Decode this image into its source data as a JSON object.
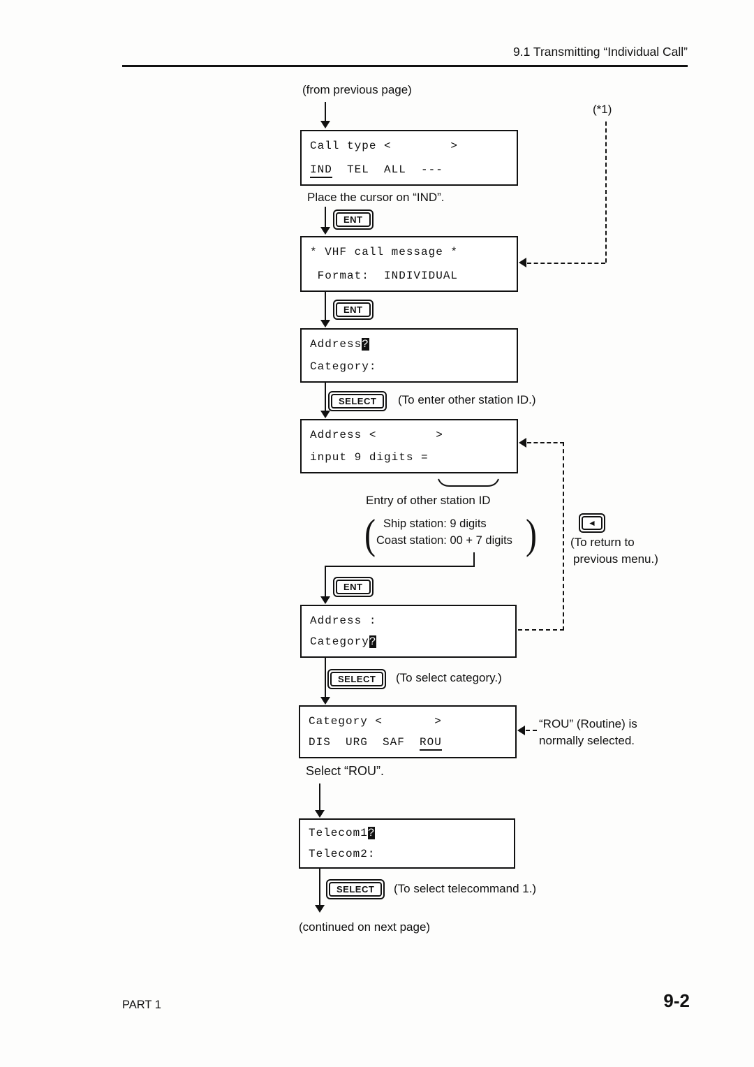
{
  "header": {
    "section": "9.1 Transmitting “Individual Call”"
  },
  "footer": {
    "part": "PART 1",
    "page_number": "9-2"
  },
  "keys": {
    "ent": "ENT",
    "select": "SELECT",
    "back": "◄"
  },
  "flow": {
    "from_previous": "(from previous page)",
    "footnote_ref": "(*1)",
    "call_type_box": {
      "line1": "Call type <        >",
      "ind": "IND",
      "line2_rest": "  TEL  ALL  ---"
    },
    "place_cursor_note": "Place the cursor on “IND”.",
    "vhf_box": {
      "line1": "* VHF call message *",
      "line2": " Format:  INDIVIDUAL"
    },
    "address_box": {
      "line1_text": "Address",
      "cursor": "?",
      "line2": "Category:"
    },
    "enter_station_note": "(To enter other station ID.)",
    "address_input_box": {
      "line1": "Address <        >",
      "line2": "input 9 digits ="
    },
    "entry_station_note": "Entry of other station ID",
    "ship_station_note": "Ship station:  9 digits",
    "coast_station_note": "Coast station: 00 + 7 digits",
    "paren_open": "(",
    "paren_close": ")",
    "return_note_line1": "(To return to",
    "return_note_line2": "previous menu.)",
    "address_category_box": {
      "line1": "Address :",
      "line2_text": "Category",
      "cursor": "?"
    },
    "select_category_note": "(To select category.)",
    "category_box": {
      "line1": "Category <       >",
      "line2_rest": "DIS  URG  SAF  ",
      "rou": "ROU"
    },
    "rou_note_line1": "“ROU” (Routine) is",
    "rou_note_line2": "normally selected.",
    "select_rou_note": "Select “ROU”.",
    "telecom_box": {
      "line1_text": "Telecom1",
      "cursor": "?",
      "line2": "Telecom2:"
    },
    "select_telecommand_note": "(To select telecommand 1.)",
    "continued_note": "(continued on next page)"
  }
}
